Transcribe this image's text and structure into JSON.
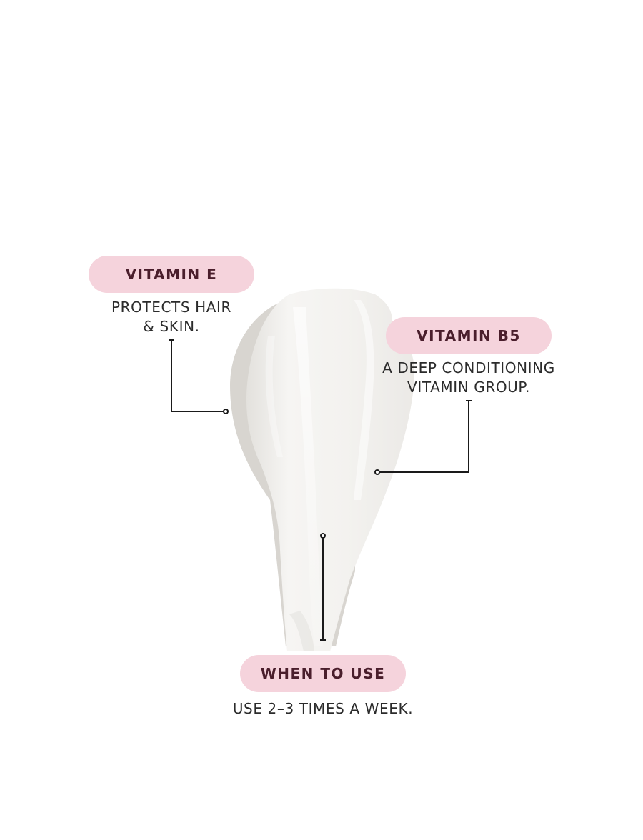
{
  "colors": {
    "pill_background": "#f5d3dc",
    "pill_text": "#4a1e2c",
    "body_text": "#2b2b2b",
    "leader_line": "#1a1a1a",
    "cream": "#f2f1ee",
    "cream_shadow": "#d9d6d1"
  },
  "callouts": {
    "vitamin_e": {
      "title": "VITAMIN E",
      "line1": "PROTECTS HAIR",
      "line2": "& SKIN."
    },
    "vitamin_b5": {
      "title": "VITAMIN B5",
      "line1": "A DEEP CONDITIONING",
      "line2": "VITAMIN GROUP."
    },
    "when_to_use": {
      "title": "WHEN TO USE",
      "line1": "USE 2–3 TIMES A WEEK."
    }
  }
}
